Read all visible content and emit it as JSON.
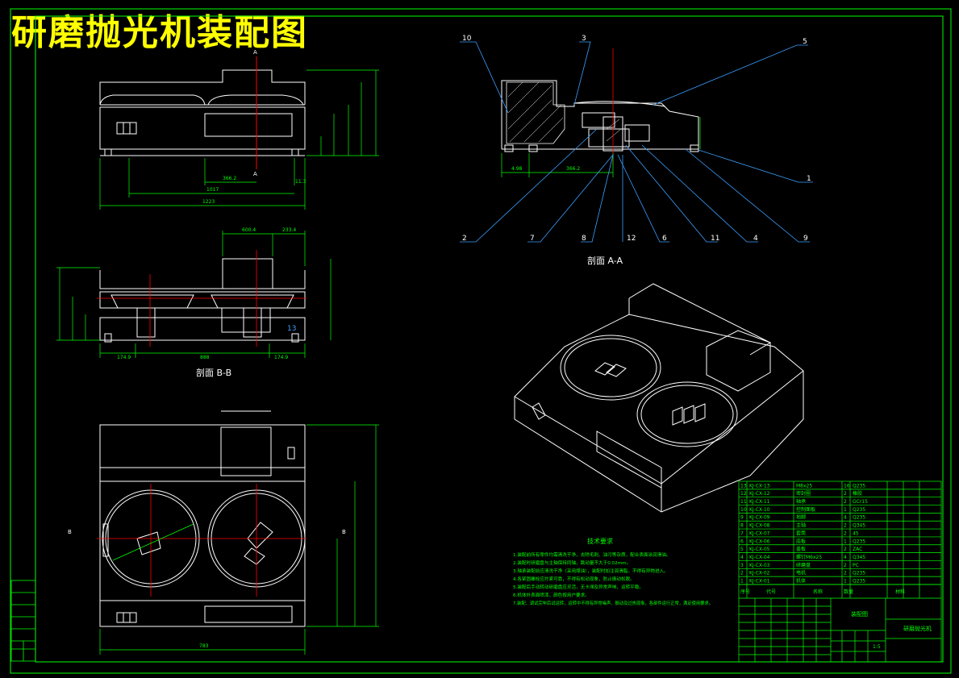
{
  "title": "研磨抛光机装配图",
  "sections": {
    "aa_label": "剖面 A-A",
    "bb_label": "剖面 B-B",
    "a_mark": "A",
    "b_mark": "B"
  },
  "balloons": [
    "10",
    "3",
    "5",
    "1",
    "2",
    "7",
    "8",
    "12",
    "6",
    "11",
    "4",
    "9",
    "13"
  ],
  "dims": {
    "front_total": "1223",
    "front_inner": "1017",
    "front_center": "366.2",
    "front_right": "11.3",
    "section_top1": "600.4",
    "section_top2": "233.4",
    "section_left": "174.9",
    "section_mid": "888",
    "section_right": "174.9",
    "plan_width": "783",
    "aa_left": "4.98",
    "aa_mid": "366.2"
  },
  "notes": {
    "heading": "技术要求",
    "lines": [
      "1.装配前所有零件均需清洗干净，去除毛刺、油污等杂质，配合表面涂润滑油。",
      "2.装配时研磨盘与主轴保持同轴，跳动量不大于0.02mm。",
      "3.轴承装配前应清洗干净（采用煤油），装配时加注润滑脂，不得有异物进入。",
      "4.各紧固螺栓应拧紧可靠，不得有松动现象，防止振动松脱。",
      "5.装配后手动转动研磨盘应灵活，无卡滞及异常声响，运转平稳。",
      "6.机体外表面喷漆，颜色按用户要求。",
      "7.装配、调试完毕后试运转，运转中不得有异常噪声、振动及过热现象，各部件运行正常，满足使用要求。"
    ]
  },
  "bom": [
    {
      "no": "13",
      "code": "KJ-CX-13",
      "name": "M8x25",
      "qty": "16",
      "mat": "Q235"
    },
    {
      "no": "12",
      "code": "KJ-CX-12",
      "name": "密封圈",
      "qty": "2",
      "mat": "橡胶"
    },
    {
      "no": "11",
      "code": "KJ-CX-11",
      "name": "轴承",
      "qty": "2",
      "mat": "GCr15"
    },
    {
      "no": "10",
      "code": "KJ-CX-10",
      "name": "控制面板",
      "qty": "1",
      "mat": "Q235"
    },
    {
      "no": "9",
      "code": "KJ-CX-09",
      "name": "地脚",
      "qty": "4",
      "mat": "Q235"
    },
    {
      "no": "8",
      "code": "KJ-CX-08",
      "name": "主轴",
      "qty": "2",
      "mat": "Q345"
    },
    {
      "no": "7",
      "code": "KJ-CX-07",
      "name": "套筒",
      "qty": "2",
      "mat": "45"
    },
    {
      "no": "6",
      "code": "KJ-CX-06",
      "name": "底板",
      "qty": "1",
      "mat": "Q235"
    },
    {
      "no": "5",
      "code": "KJ-CX-05",
      "name": "盖板",
      "qty": "2",
      "mat": "ZAC"
    },
    {
      "no": "4",
      "code": "KJ-CX-04",
      "name": "螺钉M6x25",
      "qty": "4",
      "mat": "Q345"
    },
    {
      "no": "3",
      "code": "KJ-CX-03",
      "name": "研磨盘",
      "qty": "2",
      "mat": "PC"
    },
    {
      "no": "2",
      "code": "KJ-CX-02",
      "name": "电机",
      "qty": "2",
      "mat": "Q235"
    },
    {
      "no": "1",
      "code": "KJ-CX-01",
      "name": "机体",
      "qty": "1",
      "mat": "Q235"
    }
  ],
  "titleblock": {
    "col_no": "序号",
    "col_code": "代号",
    "col_name": "名称",
    "col_qty": "数量",
    "col_mat": "材料",
    "drawing_name": "装配图",
    "company": "研磨抛光机",
    "scale": "1:5"
  },
  "colors": {
    "lines": "#ffffff",
    "dims": "#00ff00",
    "leaders": "#3aa0ff",
    "axis": "#ff0000",
    "title": "#ffff00",
    "frame": "#00ff00"
  }
}
